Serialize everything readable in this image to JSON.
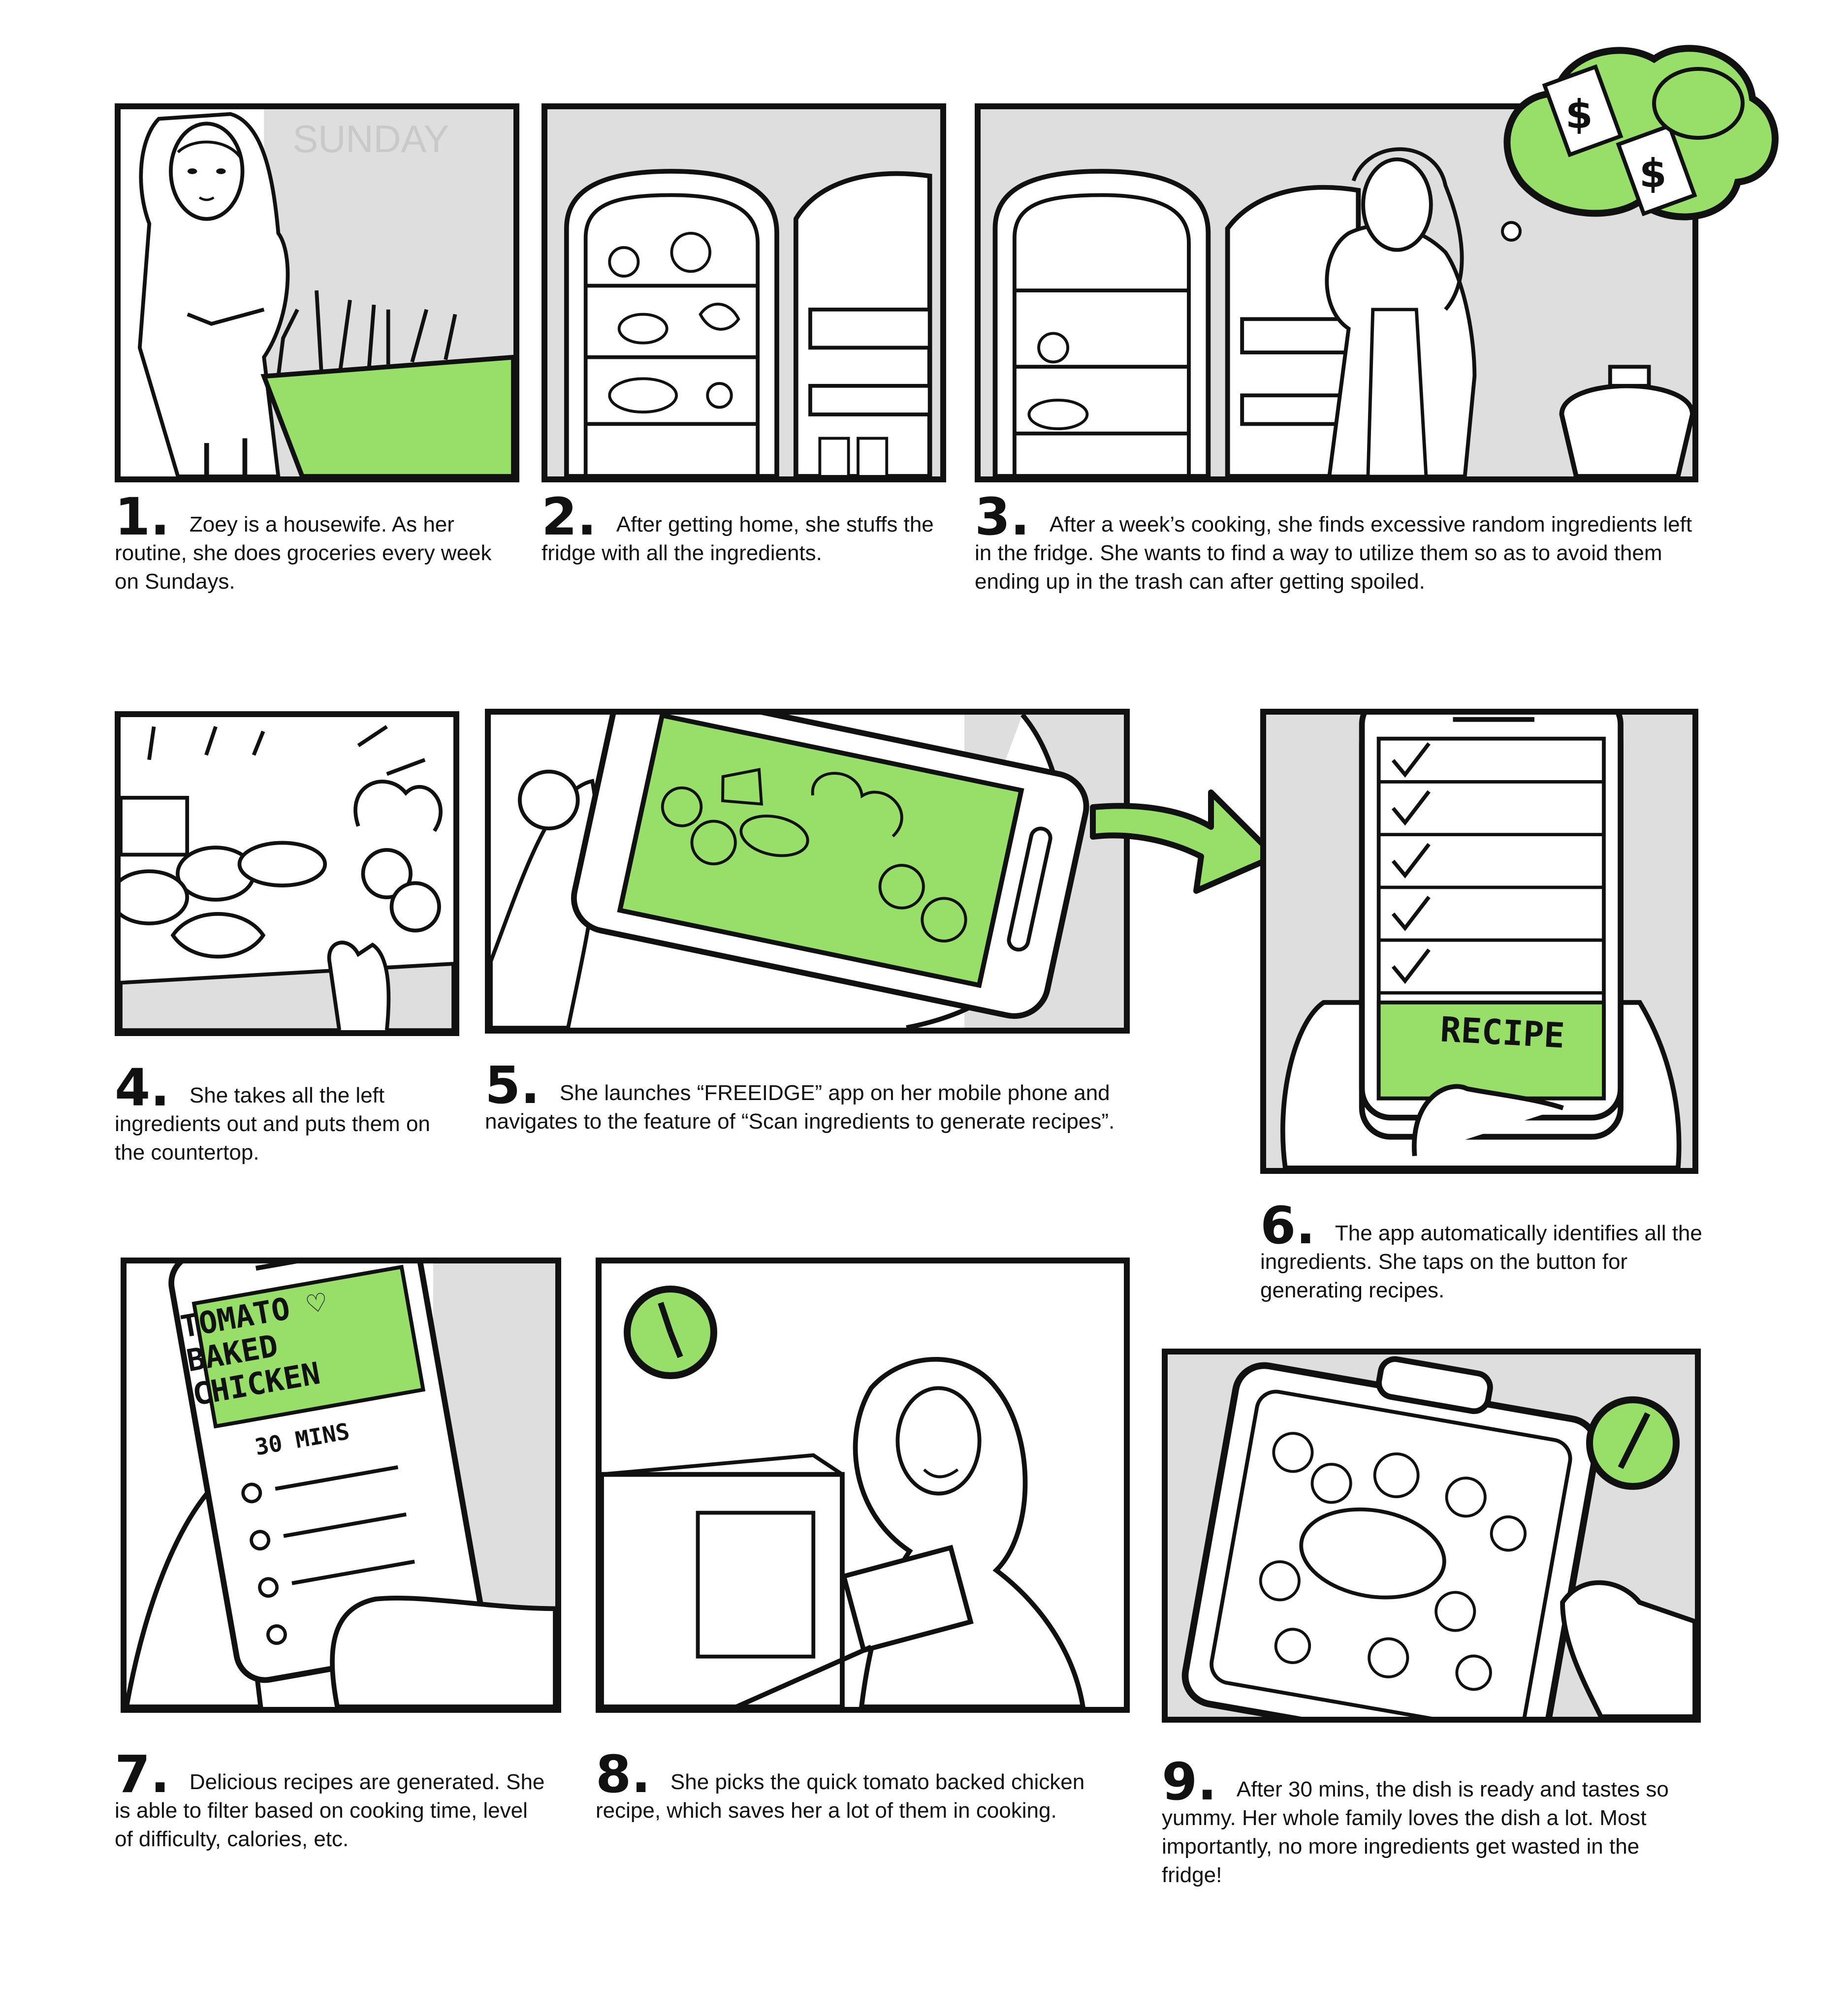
{
  "accent_color": "#98df6a",
  "ink_color": "#111111",
  "shade_color": "#dedede",
  "panels": [
    {
      "number": "1.",
      "caption": "Zoey is a housewife. As her routine, she does groceries every week on Sundays."
    },
    {
      "number": "2.",
      "caption": "After getting home, she stuffs the fridge with all the ingredients."
    },
    {
      "number": "3.",
      "caption": "After a week’s cooking, she finds excessive random ingredients left in the fridge.  She wants to find a way to utilize them so as to avoid them ending up in the trash can after getting spoiled."
    },
    {
      "number": "4.",
      "caption": "She takes all the left ingredients out and puts them on the countertop."
    },
    {
      "number": "5.",
      "caption": "She launches “FREEIDGE” app on her mobile phone and navigates to the feature of “Scan ingredients to generate recipes”."
    },
    {
      "number": "6.",
      "caption": "The app automatically identifies all the ingredients. She taps on the button for generating recipes."
    },
    {
      "number": "7.",
      "caption": "Delicious recipes are generated. She is able to filter based on cooking time, level of difficulty, calories, etc."
    },
    {
      "number": "8.",
      "caption": "She picks the quick tomato backed chicken recipe, which saves her a lot of them in cooking."
    },
    {
      "number": "9.",
      "caption": "After 30 mins, the dish is ready and tastes so yummy. Her whole family loves the dish a lot. Most importantly, no more ingredients get wasted in the fridge!"
    }
  ],
  "phone_recipe_button": "RECIPE",
  "phone_recipe_title": "TOMATO ♡ BAKED CHICKEN",
  "phone_recipe_time": "30 MINS",
  "dollar_sign": "$"
}
